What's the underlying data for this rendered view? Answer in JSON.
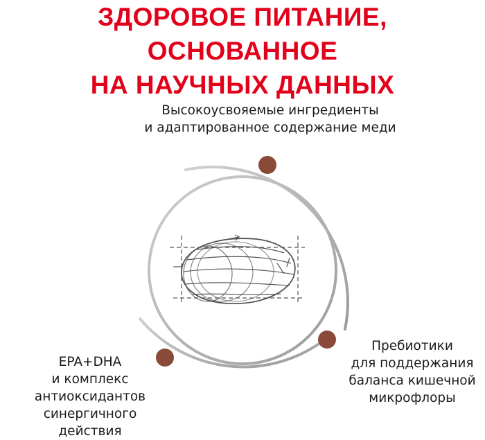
{
  "headline": {
    "line1": "ЗДОРОВОЕ ПИТАНИЕ, ОСНОВАННОЕ",
    "line2": "НА НАУЧНЫХ ДАННЫХ"
  },
  "benefits": [
    {
      "lines": [
        "Высокоусвояемые ингредиенты",
        "и адаптированное содержание меди"
      ]
    },
    {
      "lines": [
        "EPA+DHA",
        "и комплекс",
        "антиоксидантов",
        "синергичного",
        "действия"
      ]
    },
    {
      "lines": [
        "Пребиотики",
        "для поддержания",
        "баланса кишечной",
        "микрофлоры"
      ]
    }
  ],
  "colors": {
    "headline": "#e2001a",
    "dot": "#8a4a3a",
    "ring": "#b5b5b5",
    "sketch": "#555555"
  },
  "icons": {
    "center": "kibble-sketch-icon",
    "marker": "brown-dot-icon"
  }
}
